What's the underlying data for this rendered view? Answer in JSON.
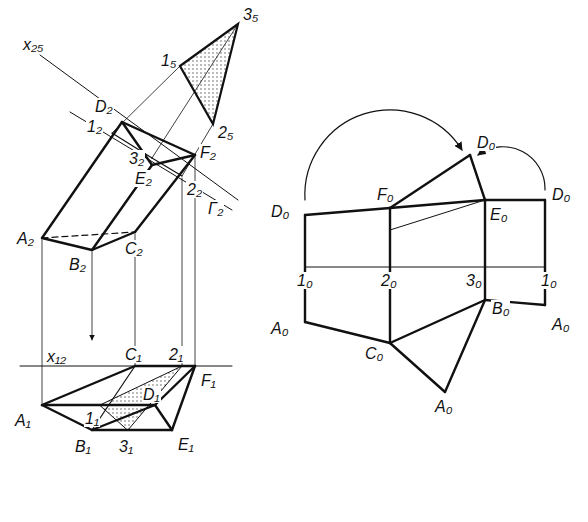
{
  "diagram": {
    "labels": [
      "x₂₅",
      "1₅",
      "3₅",
      "2₅",
      "D₂",
      "1₂",
      "3₂",
      "E₂",
      "F₂",
      "2₂",
      "Γ₂",
      "A₂",
      "B₂",
      "C₂",
      "x₁₂",
      "C₁",
      "2₁",
      "F₁",
      "A₁",
      "1₁",
      "D₁",
      "B₁",
      "3₁",
      "E₁",
      "D₀",
      "F₀",
      "D₀",
      "E₀",
      "D₀",
      "1₀",
      "2₀",
      "3₀",
      "1₀",
      "C₀",
      "B₀",
      "A₀",
      "A₀",
      "A₀"
    ]
  }
}
